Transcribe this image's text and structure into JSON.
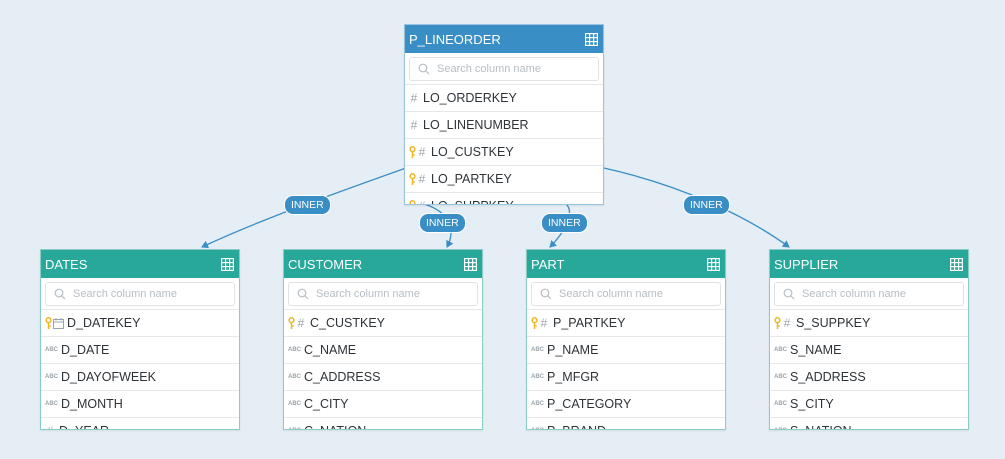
{
  "search_placeholder": "Search column name",
  "colors": {
    "fact_header": "#3a8ec6",
    "dim_header": "#27a89a",
    "link": "#3a8ec6",
    "key": "#f0b521"
  },
  "join_type": "INNER",
  "tables": {
    "p_lineorder": {
      "name": "P_LINEORDER",
      "columns": [
        {
          "name": "LO_ORDERKEY",
          "type": "number",
          "key": false
        },
        {
          "name": "LO_LINENUMBER",
          "type": "number",
          "key": false
        },
        {
          "name": "LO_CUSTKEY",
          "type": "number",
          "key": true
        },
        {
          "name": "LO_PARTKEY",
          "type": "number",
          "key": true
        },
        {
          "name": "LO_SUPPKEY",
          "type": "number",
          "key": true
        }
      ]
    },
    "dates": {
      "name": "DATES",
      "columns": [
        {
          "name": "D_DATEKEY",
          "type": "date",
          "key": true
        },
        {
          "name": "D_DATE",
          "type": "text",
          "key": false
        },
        {
          "name": "D_DAYOFWEEK",
          "type": "text",
          "key": false
        },
        {
          "name": "D_MONTH",
          "type": "text",
          "key": false
        },
        {
          "name": "D_YEAR",
          "type": "number",
          "key": false
        }
      ]
    },
    "customer": {
      "name": "CUSTOMER",
      "columns": [
        {
          "name": "C_CUSTKEY",
          "type": "number",
          "key": true
        },
        {
          "name": "C_NAME",
          "type": "text",
          "key": false
        },
        {
          "name": "C_ADDRESS",
          "type": "text",
          "key": false
        },
        {
          "name": "C_CITY",
          "type": "text",
          "key": false
        },
        {
          "name": "C_NATION",
          "type": "text",
          "key": false
        }
      ]
    },
    "part": {
      "name": "PART",
      "columns": [
        {
          "name": "P_PARTKEY",
          "type": "number",
          "key": true
        },
        {
          "name": "P_NAME",
          "type": "text",
          "key": false
        },
        {
          "name": "P_MFGR",
          "type": "text",
          "key": false
        },
        {
          "name": "P_CATEGORY",
          "type": "text",
          "key": false
        },
        {
          "name": "P_BRAND",
          "type": "text",
          "key": false
        }
      ]
    },
    "supplier": {
      "name": "SUPPLIER",
      "columns": [
        {
          "name": "S_SUPPKEY",
          "type": "number",
          "key": true
        },
        {
          "name": "S_NAME",
          "type": "text",
          "key": false
        },
        {
          "name": "S_ADDRESS",
          "type": "text",
          "key": false
        },
        {
          "name": "S_CITY",
          "type": "text",
          "key": false
        },
        {
          "name": "S_NATION",
          "type": "text",
          "key": false
        }
      ]
    }
  },
  "joins": [
    {
      "from": "p_lineorder",
      "to": "dates",
      "type": "INNER"
    },
    {
      "from": "p_lineorder",
      "to": "customer",
      "type": "INNER"
    },
    {
      "from": "p_lineorder",
      "to": "part",
      "type": "INNER"
    },
    {
      "from": "p_lineorder",
      "to": "supplier",
      "type": "INNER"
    }
  ]
}
